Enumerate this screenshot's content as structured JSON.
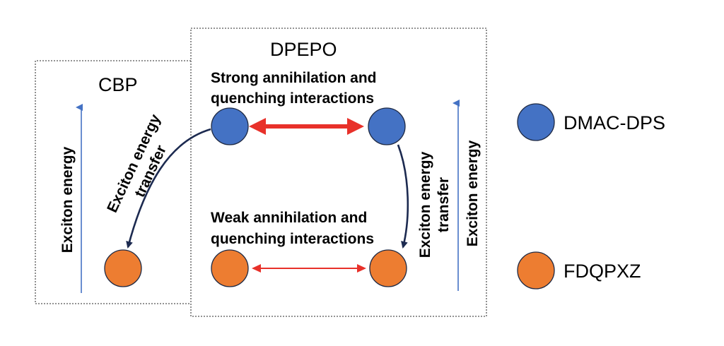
{
  "regions": {
    "cbp": {
      "label": "CBP"
    },
    "dpepo": {
      "label": "DPEPO"
    }
  },
  "interactions": {
    "strong": {
      "line1": "Strong annihilation and",
      "line2": "quenching interactions"
    },
    "weak": {
      "line1": "Weak annihilation and",
      "line2": "quenching interactions"
    }
  },
  "axes": {
    "left_energy": "Exciton energy",
    "right_energy": "Exciton energy"
  },
  "transfers": {
    "left": {
      "line1": "Exciton energy",
      "line2": "transfer"
    },
    "right": {
      "line1": "Exciton energy",
      "line2": "transfer"
    }
  },
  "legend": [
    {
      "label": "DMAC-DPS",
      "color": "#4472c4"
    },
    {
      "label": "FDQPXZ",
      "color": "#ed7d31"
    }
  ],
  "colors": {
    "dmac": "#4472c4",
    "fdqpxz": "#ed7d31",
    "circle_stroke": "#1f2a44",
    "red_arrow": "#e8312a",
    "navy_arrow": "#1c2a50",
    "axis_arrow": "#4472c4",
    "box_border": "#555555"
  }
}
